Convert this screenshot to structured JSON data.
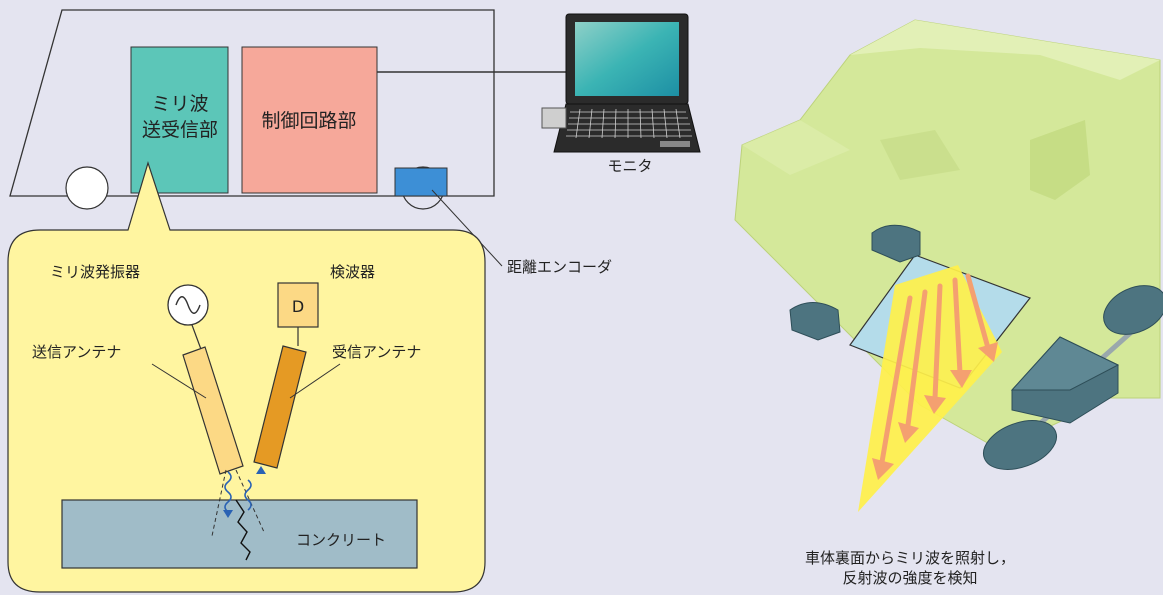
{
  "labels": {
    "transceiver_line1": "ミリ波",
    "transceiver_line2": "送受信部",
    "control": "制御回路部",
    "monitor": "モニタ",
    "encoder": "距離エンコーダ",
    "oscillator": "ミリ波発振器",
    "detector": "検波器",
    "detector_symbol": "D",
    "tx_antenna": "送信アンテナ",
    "rx_antenna": "受信アンテナ",
    "concrete": "コンクリート"
  },
  "caption": {
    "line1": "車体裏面からミリ波を照射し，",
    "line2": "反射波の強度を検知"
  },
  "colors": {
    "background": "#e4e4f0",
    "transceiver": "#5cc6b8",
    "control": "#f6a89a",
    "encoder": "#3d8fd6",
    "callout": "#fff5a0",
    "tx_antenna": "#fcd985",
    "rx_antenna": "#e59a24",
    "concrete": "#a0bcc8",
    "vehicle_body": "#d4e89a",
    "wheel": "#4d7480",
    "beam": "#fff04a",
    "arrow": "#f4a070",
    "sensor_window": "#b4dcea"
  }
}
